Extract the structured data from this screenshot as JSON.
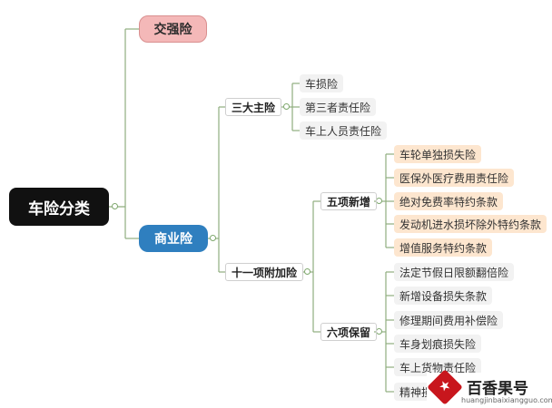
{
  "root": "车险分类",
  "compulsory": "交强险",
  "commercial": "商业险",
  "main_group": {
    "label": "三大主险",
    "items": [
      "车损险",
      "第三者责任险",
      "车上人员责任险"
    ]
  },
  "addon_group": {
    "label": "十一项附加险",
    "new_group": {
      "label": "五项新增",
      "items": [
        "车轮单独损失险",
        "医保外医疗费用责任险",
        "绝对免费率特约条款",
        "发动机进水损坏除外特约条款",
        "增值服务特约条款"
      ]
    },
    "kept_group": {
      "label": "六项保留",
      "items": [
        "法定节假日限额翻倍险",
        "新增设备损失条款",
        "修理期间费用补偿险",
        "车身划痕损失险",
        "车上货物责任险",
        "精神损"
      ]
    }
  },
  "colors": {
    "connector": "#8fae7e",
    "root_bg": "#111111",
    "compulsory_bg": "#f4b8b8",
    "commercial_bg": "#2f7fbf",
    "leaf_gray": "#f2f2f2",
    "leaf_peach": "#fde6cf"
  },
  "watermark": {
    "title": "百香果号",
    "url": "huangjinbaixiangguo.com"
  }
}
